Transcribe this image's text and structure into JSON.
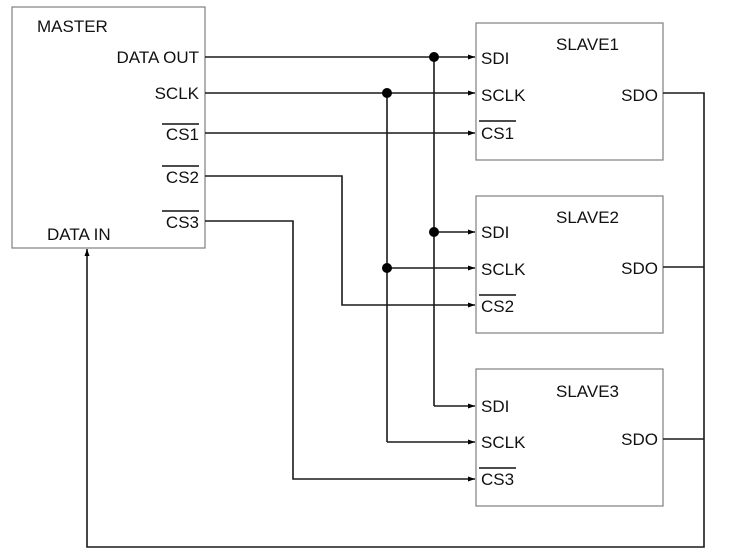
{
  "diagram": {
    "title": "SPI bus: one master, three slaves (independent chip selects)",
    "master": {
      "name": "MASTER",
      "pins": [
        {
          "label": "DATA OUT",
          "active_low": false
        },
        {
          "label": "SCLK",
          "active_low": false
        },
        {
          "label": "CS1",
          "active_low": true
        },
        {
          "label": "CS2",
          "active_low": true
        },
        {
          "label": "CS3",
          "active_low": true
        }
      ],
      "input_pin": {
        "label": "DATA IN"
      }
    },
    "slaves": [
      {
        "name": "SLAVE1",
        "inputs": [
          {
            "label": "SDI",
            "active_low": false
          },
          {
            "label": "SCLK",
            "active_low": false
          },
          {
            "label": "CS1",
            "active_low": true
          }
        ],
        "output": "SDO"
      },
      {
        "name": "SLAVE2",
        "inputs": [
          {
            "label": "SDI",
            "active_low": false
          },
          {
            "label": "SCLK",
            "active_low": false
          },
          {
            "label": "CS2",
            "active_low": true
          }
        ],
        "output": "SDO"
      },
      {
        "name": "SLAVE3",
        "inputs": [
          {
            "label": "SDI",
            "active_low": false
          },
          {
            "label": "SCLK",
            "active_low": false
          },
          {
            "label": "CS3",
            "active_low": true
          }
        ],
        "output": "SDO"
      }
    ],
    "connections": [
      {
        "from": "MASTER.DATA OUT",
        "to": [
          "SLAVE1.SDI",
          "SLAVE2.SDI",
          "SLAVE3.SDI"
        ]
      },
      {
        "from": "MASTER.SCLK",
        "to": [
          "SLAVE1.SCLK",
          "SLAVE2.SCLK",
          "SLAVE3.SCLK"
        ]
      },
      {
        "from": "MASTER.CS1",
        "to": [
          "SLAVE1.CS1"
        ]
      },
      {
        "from": "MASTER.CS2",
        "to": [
          "SLAVE2.CS2"
        ]
      },
      {
        "from": "MASTER.CS3",
        "to": [
          "SLAVE3.CS3"
        ]
      },
      {
        "from": [
          "SLAVE1.SDO",
          "SLAVE2.SDO",
          "SLAVE3.SDO"
        ],
        "to": "MASTER.DATA IN"
      }
    ]
  }
}
